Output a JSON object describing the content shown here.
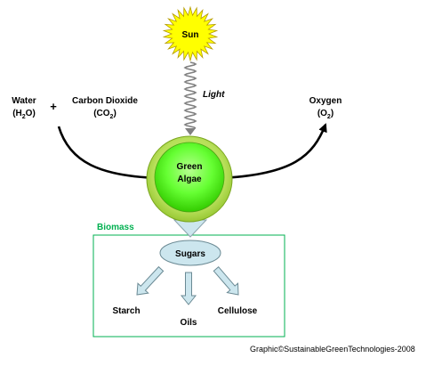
{
  "sun": {
    "label": "Sun"
  },
  "light": {
    "label": "Light"
  },
  "water": {
    "line1": "Water",
    "formula_pre": "(H",
    "formula_sub": "2",
    "formula_post": "O)"
  },
  "plus": {
    "symbol": "+"
  },
  "co2": {
    "line1": "Carbon Dioxide",
    "formula_pre": "(CO",
    "formula_sub": "2",
    "formula_post": ")"
  },
  "oxygen": {
    "line1": "Oxygen",
    "formula_pre": "(O",
    "formula_sub": "2",
    "formula_post": ")"
  },
  "algae": {
    "line1": "Green",
    "line2": "Algae"
  },
  "biomass": {
    "label": "Biomass"
  },
  "sugars": {
    "label": "Sugars"
  },
  "products": {
    "starch": "Starch",
    "oils": "Oils",
    "cellulose": "Cellulose"
  },
  "credit": {
    "text": "Graphic©SustainableGreenTechnologies-2008"
  },
  "colors": {
    "sun_fill": "#ffff00",
    "algae_ring": "#99cc33",
    "algae_core": "#66ff33",
    "biomass_border": "#00b050",
    "arrow_fill": "#cce6ee",
    "sugars_fill": "#cce6ee"
  }
}
